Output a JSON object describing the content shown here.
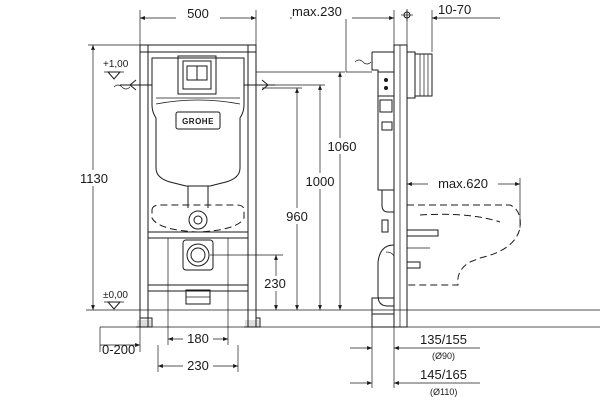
{
  "front_view": {
    "width_label": "500",
    "height_label": "1130",
    "level_top_label": "+1,00",
    "level_floor_label": "±0,00",
    "brand_logo": "GROHE",
    "dim_1060": "1060",
    "dim_1000": "1000",
    "dim_960": "960",
    "dim_230_vertical": "230",
    "dim_180": "180",
    "dim_230_horizontal": "230",
    "dim_0_200": "0-200"
  },
  "side_view": {
    "dim_max_230": "max.230",
    "dim_10_70": "10-70",
    "dim_max_620": "max.620",
    "dim_135_155": "135/155",
    "dim_d90": "(Ø90)",
    "dim_145_165": "145/165",
    "dim_d110": "(Ø110)"
  }
}
